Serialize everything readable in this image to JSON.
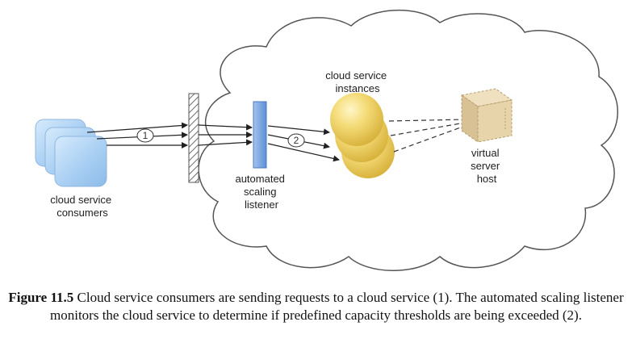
{
  "figure": {
    "label": "Figure 11.5",
    "caption": "Cloud service consumers are sending requests to a cloud service (1). The automated scaling listener monitors the cloud service to determine if predefined capacity thresholds are being exceeded (2)."
  },
  "diagram": {
    "consumers_label": [
      "cloud service",
      "consumers"
    ],
    "listener_label": [
      "automated",
      "scaling",
      "listener"
    ],
    "instances_label": [
      "cloud service",
      "instances"
    ],
    "host_label": [
      "virtual",
      "server",
      "host"
    ],
    "step_1": "1",
    "step_2": "2"
  },
  "colors": {
    "consumer_fill": "#a9cff3",
    "consumer_stroke": "#8fb6e0",
    "listener_fill": "#7ea8e0",
    "instance_fill": "#f2d66b",
    "host_fill": "#e3cfa6",
    "cloud_stroke": "#555555"
  }
}
